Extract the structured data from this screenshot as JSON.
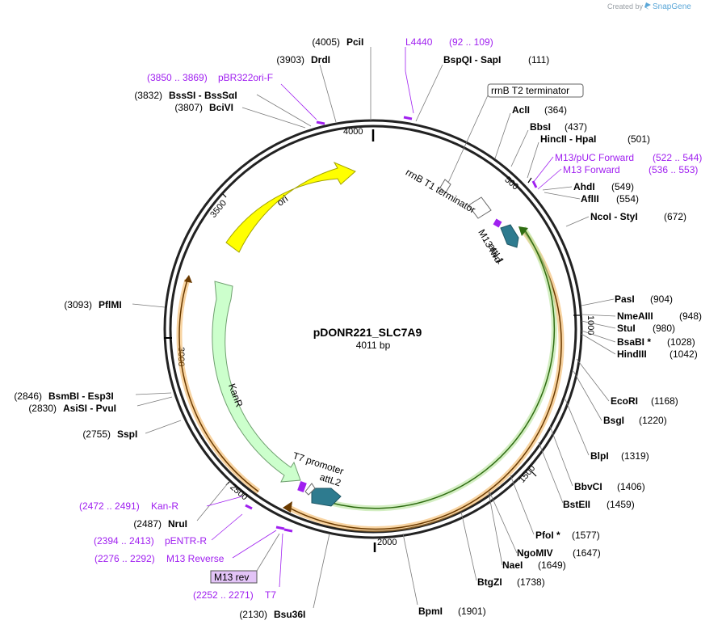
{
  "credit": {
    "prefix": "Created by",
    "brand": "SnapGene"
  },
  "plasmid": {
    "name": "pDONR221_SLC7A9",
    "size_label": "4011 bp",
    "length": 4011
  },
  "ticks": [
    "500",
    "1000",
    "1500",
    "2000",
    "2500",
    "3000",
    "3500",
    "4000"
  ],
  "sites": [
    {
      "name": "PciI",
      "pos": "(4005)"
    },
    {
      "name": "DrdI",
      "pos": "(3903)"
    },
    {
      "name": "BssSI  -  BssSαI",
      "pos": "(3832)"
    },
    {
      "name": "BciVI",
      "pos": "(3807)"
    },
    {
      "name": "BspQI  -  SapI",
      "pos": "(111)"
    },
    {
      "name": "AclI",
      "pos": "(364)"
    },
    {
      "name": "BbsI",
      "pos": "(437)"
    },
    {
      "name": "HincII  -  HpaI",
      "pos": "(501)"
    },
    {
      "name": "AhdI",
      "pos": "(549)"
    },
    {
      "name": "AflII",
      "pos": "(554)"
    },
    {
      "name": "NcoI  -  StyI",
      "pos": "(672)"
    },
    {
      "name": "PasI",
      "pos": "(904)"
    },
    {
      "name": "NmeAIII",
      "pos": "(948)"
    },
    {
      "name": "StuI",
      "pos": "(980)"
    },
    {
      "name": "BsaBI *",
      "pos": "(1028)"
    },
    {
      "name": "HindIII",
      "pos": "(1042)"
    },
    {
      "name": "EcoRI",
      "pos": "(1168)"
    },
    {
      "name": "BsgI",
      "pos": "(1220)"
    },
    {
      "name": "BlpI",
      "pos": "(1319)"
    },
    {
      "name": "BbvCI",
      "pos": "(1406)"
    },
    {
      "name": "BstEII",
      "pos": "(1459)"
    },
    {
      "name": "PfoI *",
      "pos": "(1577)"
    },
    {
      "name": "NgoMIV",
      "pos": "(1647)"
    },
    {
      "name": "NaeI",
      "pos": "(1649)"
    },
    {
      "name": "BtgZI",
      "pos": "(1738)"
    },
    {
      "name": "BpmI",
      "pos": "(1901)"
    },
    {
      "name": "Bsu36I",
      "pos": "(2130)"
    },
    {
      "name": "NruI",
      "pos": "(2487)"
    },
    {
      "name": "SspI",
      "pos": "(2755)"
    },
    {
      "name": "BsmBI  -  Esp3I",
      "pos": "(2846)"
    },
    {
      "name": "AsiSI  -  PvuI",
      "pos": "(2830)"
    },
    {
      "name": "PflMI",
      "pos": "(3093)"
    }
  ],
  "primers": [
    {
      "name": "L4440",
      "pos": "(92 .. 109)"
    },
    {
      "name": "pBR322ori-F",
      "pos": "(3850 .. 3869)"
    },
    {
      "name": "M13/pUC Forward",
      "pos": "(522 .. 544)"
    },
    {
      "name": "M13 Forward",
      "pos": "(536 .. 553)"
    },
    {
      "name": "Kan-R",
      "pos": "(2472 .. 2491)"
    },
    {
      "name": "pENTR-R",
      "pos": "(2394 .. 2413)"
    },
    {
      "name": "M13 Reverse",
      "pos": "(2276 .. 2292)"
    },
    {
      "name": "M13 rev",
      "pos": ""
    },
    {
      "name": "T7",
      "pos": "(2252 .. 2271)"
    }
  ],
  "features": {
    "rrnb_t2": "rrnB T2 terminator",
    "rrnb_t1": "rrnB T1 terminator",
    "m13_fwd": "M13 fwd",
    "attl1": "attL1",
    "ori": "ori",
    "kanr": "KanR",
    "t7_promoter": "T7 promoter",
    "attl2": "attL2"
  },
  "colors": {
    "ori": "#ffff00",
    "kanr": "#ccffcc",
    "att": "#2e7b8f",
    "orf_green": "#3a8a1c",
    "orf_orange": "#f0a030",
    "primer": "#a020f0",
    "backbone": "#222222",
    "site_leader": "#7a7a7a"
  }
}
